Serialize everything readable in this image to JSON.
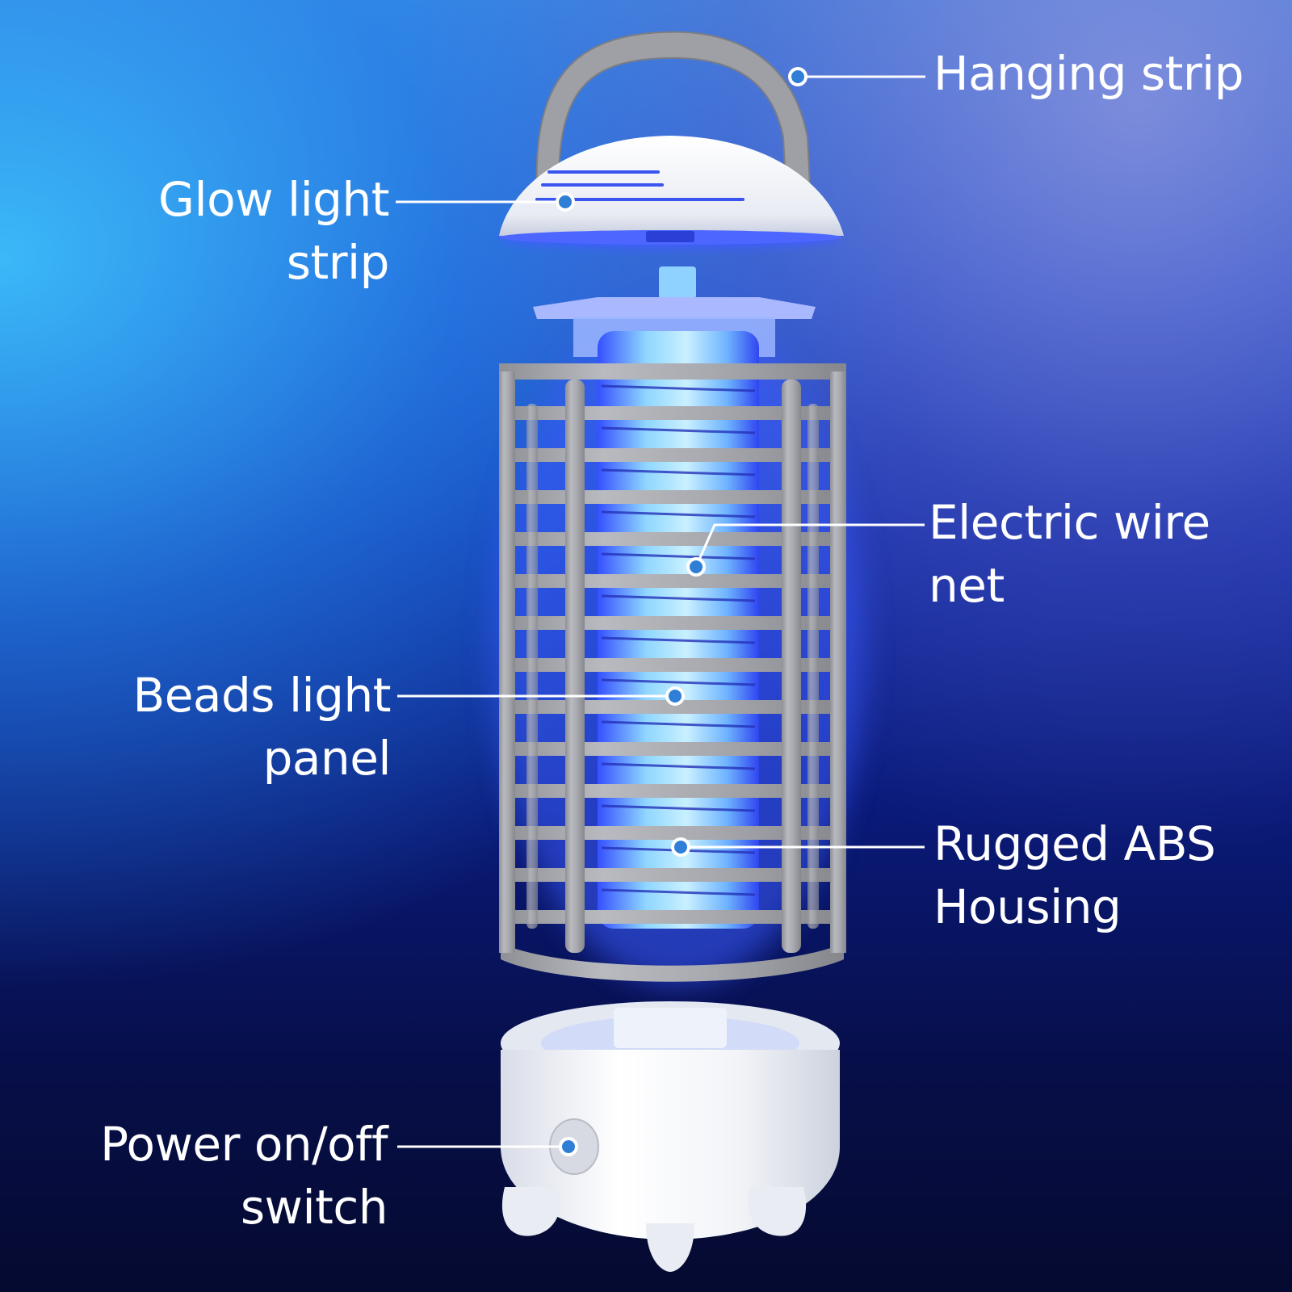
{
  "callouts": {
    "hanging_strip": [
      "Hanging strip"
    ],
    "glow_light_strip": [
      "Glow light",
      "strip"
    ],
    "electric_wire_net": [
      "Electric wire",
      "net"
    ],
    "beads_light_panel": [
      "Beads light",
      "panel"
    ],
    "rugged_abs_housing": [
      "Rugged ABS",
      "Housing"
    ],
    "power_switch": [
      "Power on/off",
      "switch"
    ]
  },
  "colors": {
    "label_text": "#ffffff",
    "leader_line": "#ffffff",
    "leader_dot": "#2f7fd6",
    "uv_glow": "#4a6bff",
    "housing_cage": "#a9abb0",
    "housing_white": "#f4f5f8"
  }
}
